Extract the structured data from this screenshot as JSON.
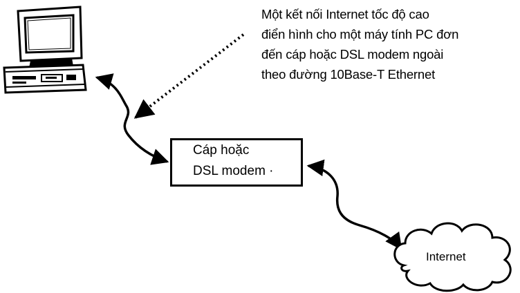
{
  "caption": {
    "lines": [
      "Một kết nối Internet tốc độ cao",
      "điển hình cho một máy tính PC đơn",
      "đến cáp hoặc DSL modem ngoài",
      "theo đường 10Base-T Ethernet"
    ]
  },
  "modem": {
    "line1": "Cáp hoặc",
    "line2": "DSL modem ·"
  },
  "internet": {
    "label": "Internet"
  },
  "icons": {
    "computer": "desktop-pc-icon",
    "cloud": "internet-cloud-icon"
  },
  "colors": {
    "ink": "#000000",
    "background": "#ffffff"
  }
}
